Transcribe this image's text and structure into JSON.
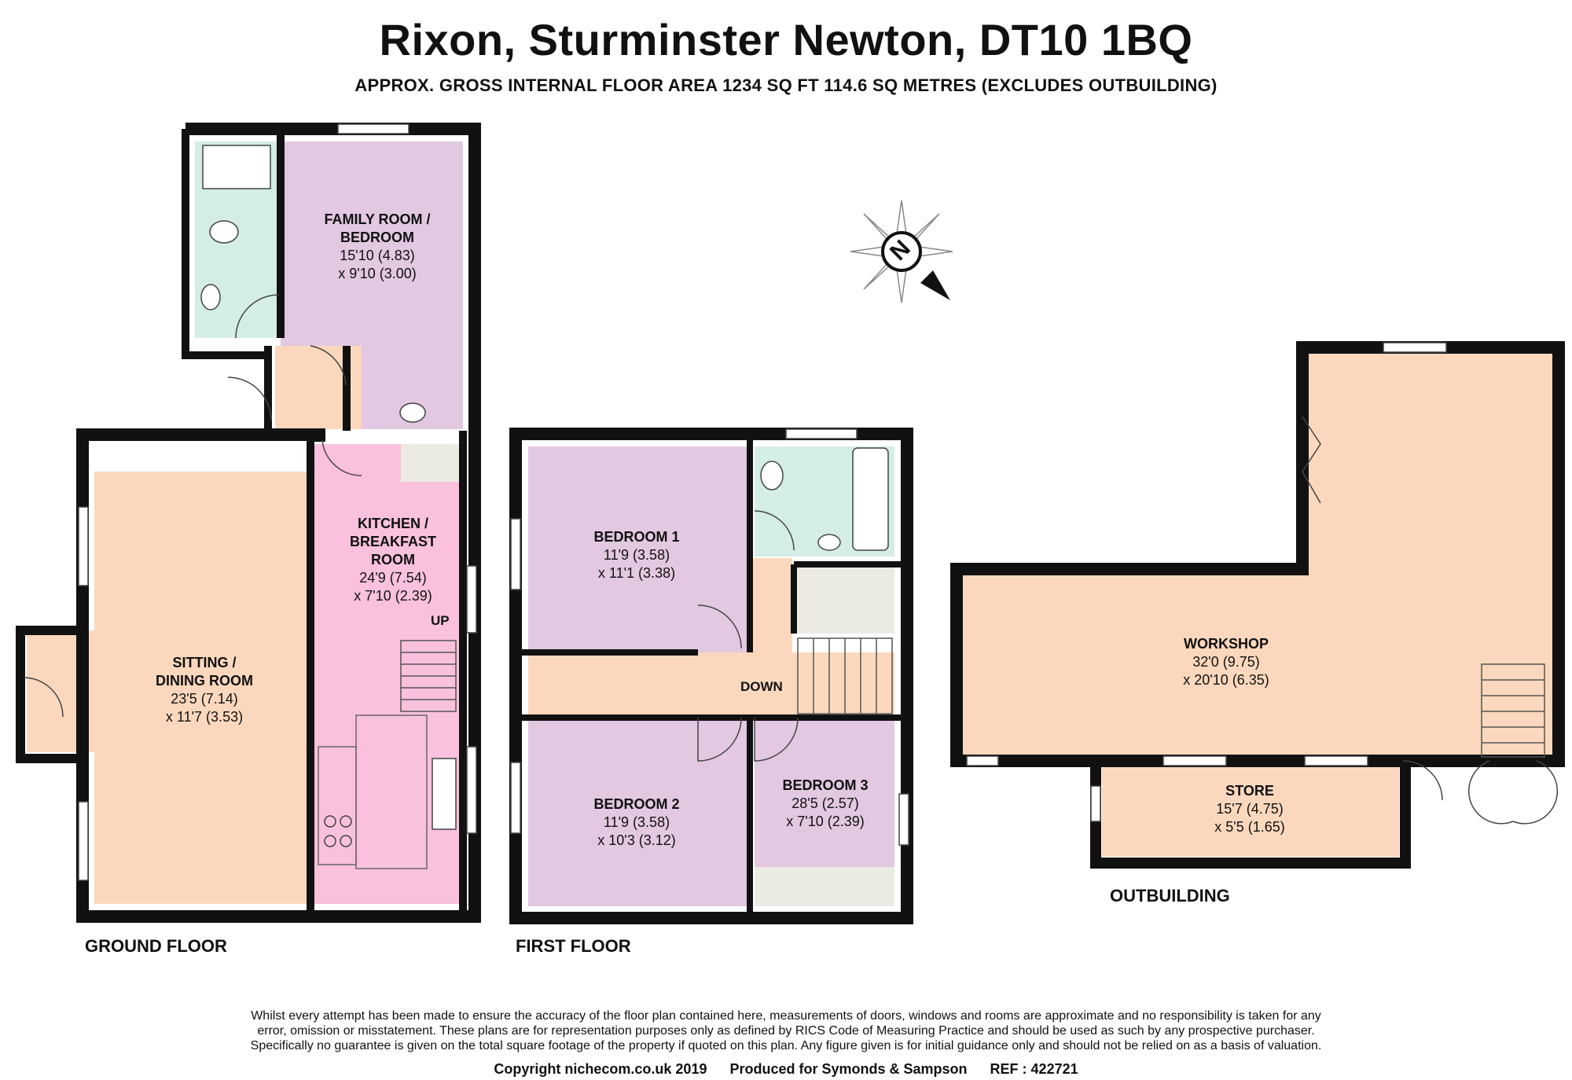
{
  "header": {
    "title": "Rixon, Sturminster Newton, DT10 1BQ",
    "subtitle": "APPROX. GROSS INTERNAL FLOOR AREA 1234 SQ FT 114.6 SQ METRES (EXCLUDES OUTBUILDING)"
  },
  "compass": {
    "letter": "N"
  },
  "floors": {
    "ground": "GROUND FLOOR",
    "first": "FIRST FLOOR",
    "outbuilding": "OUTBUILDING"
  },
  "rooms": {
    "family": {
      "name1": "FAMILY ROOM /",
      "name2": "BEDROOM",
      "dim1": "15'10 (4.83)",
      "dim2": "x 9'10 (3.00)"
    },
    "kitchen": {
      "name1": "KITCHEN /",
      "name2": "BREAKFAST",
      "name3": "ROOM",
      "dim1": "24'9 (7.54)",
      "dim2": "x 7'10 (2.39)"
    },
    "sitting": {
      "name1": "SITTING /",
      "name2": "DINING ROOM",
      "dim1": "23'5 (7.14)",
      "dim2": "x 11'7 (3.53)"
    },
    "bedroom1": {
      "name": "BEDROOM 1",
      "dim1": "11'9 (3.58)",
      "dim2": "x 11'1 (3.38)"
    },
    "bedroom2": {
      "name": "BEDROOM 2",
      "dim1": "11'9 (3.58)",
      "dim2": "x 10'3 (3.12)"
    },
    "bedroom3": {
      "name": "BEDROOM 3",
      "dim1": "28'5 (2.57)",
      "dim2": "x 7'10 (2.39)"
    },
    "workshop": {
      "name": "WORKSHOP",
      "dim1": "32'0 (9.75)",
      "dim2": "x 20'10 (6.35)"
    },
    "store": {
      "name": "STORE",
      "dim1": "15'7 (4.75)",
      "dim2": "x 5'5 (1.65)"
    }
  },
  "stairs": {
    "up": "UP",
    "down": "DOWN"
  },
  "colors": {
    "wall": "#111111",
    "bedroom": "#e2c8e0",
    "living": "#fbd8bd",
    "kitchen": "#f9c1dd",
    "bathroom": "#d4ede6",
    "cupboard": "#ebebe3"
  },
  "footer": {
    "disclaimer1": "Whilst every attempt has been made to ensure the accuracy of the floor plan contained here, measurements of doors, windows and rooms are approximate and no responsibility is taken for any",
    "disclaimer2": "error, omission or misstatement. These plans are for representation purposes only as defined by RICS Code of Measuring Practice and should be used as such by any prospective purchaser.",
    "disclaimer3": "Specifically no guarantee is given on the total square footage of the property if quoted on this plan. Any figure given is for initial guidance only and should not be relied on as a basis of valuation.",
    "copyright": "Copyright nichecom.co.uk 2019",
    "produced": "Produced for Symonds & Sampson",
    "ref": "REF : 422721"
  }
}
